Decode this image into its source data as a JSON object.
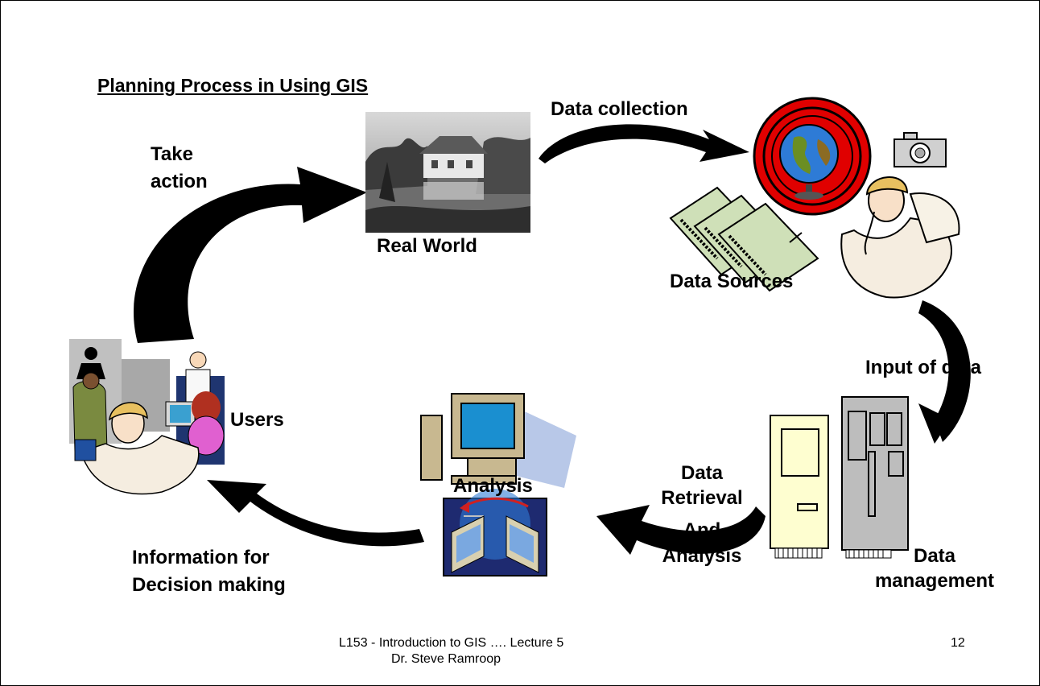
{
  "slide": {
    "title": "Planning Process in Using GIS",
    "nodes": {
      "real_world": "Real World",
      "data_sources": "Data Sources",
      "data_management_1": "Data",
      "data_management_2": "management",
      "analysis": "Analysis",
      "users": "Users"
    },
    "edges": {
      "data_collection": "Data collection",
      "input_of_data": "Input of data",
      "retrieval_1": "Data",
      "retrieval_2": "Retrieval",
      "retrieval_3": "And",
      "retrieval_4": "Analysis",
      "info_1": "Information for",
      "info_2": "Decision making",
      "take_action_1": "Take",
      "take_action_2": "action"
    },
    "footer": {
      "line1": "L153 - Introduction to GIS …. Lecture 5",
      "line2": "Dr. Steve Ramroop",
      "page_number": "12"
    }
  }
}
